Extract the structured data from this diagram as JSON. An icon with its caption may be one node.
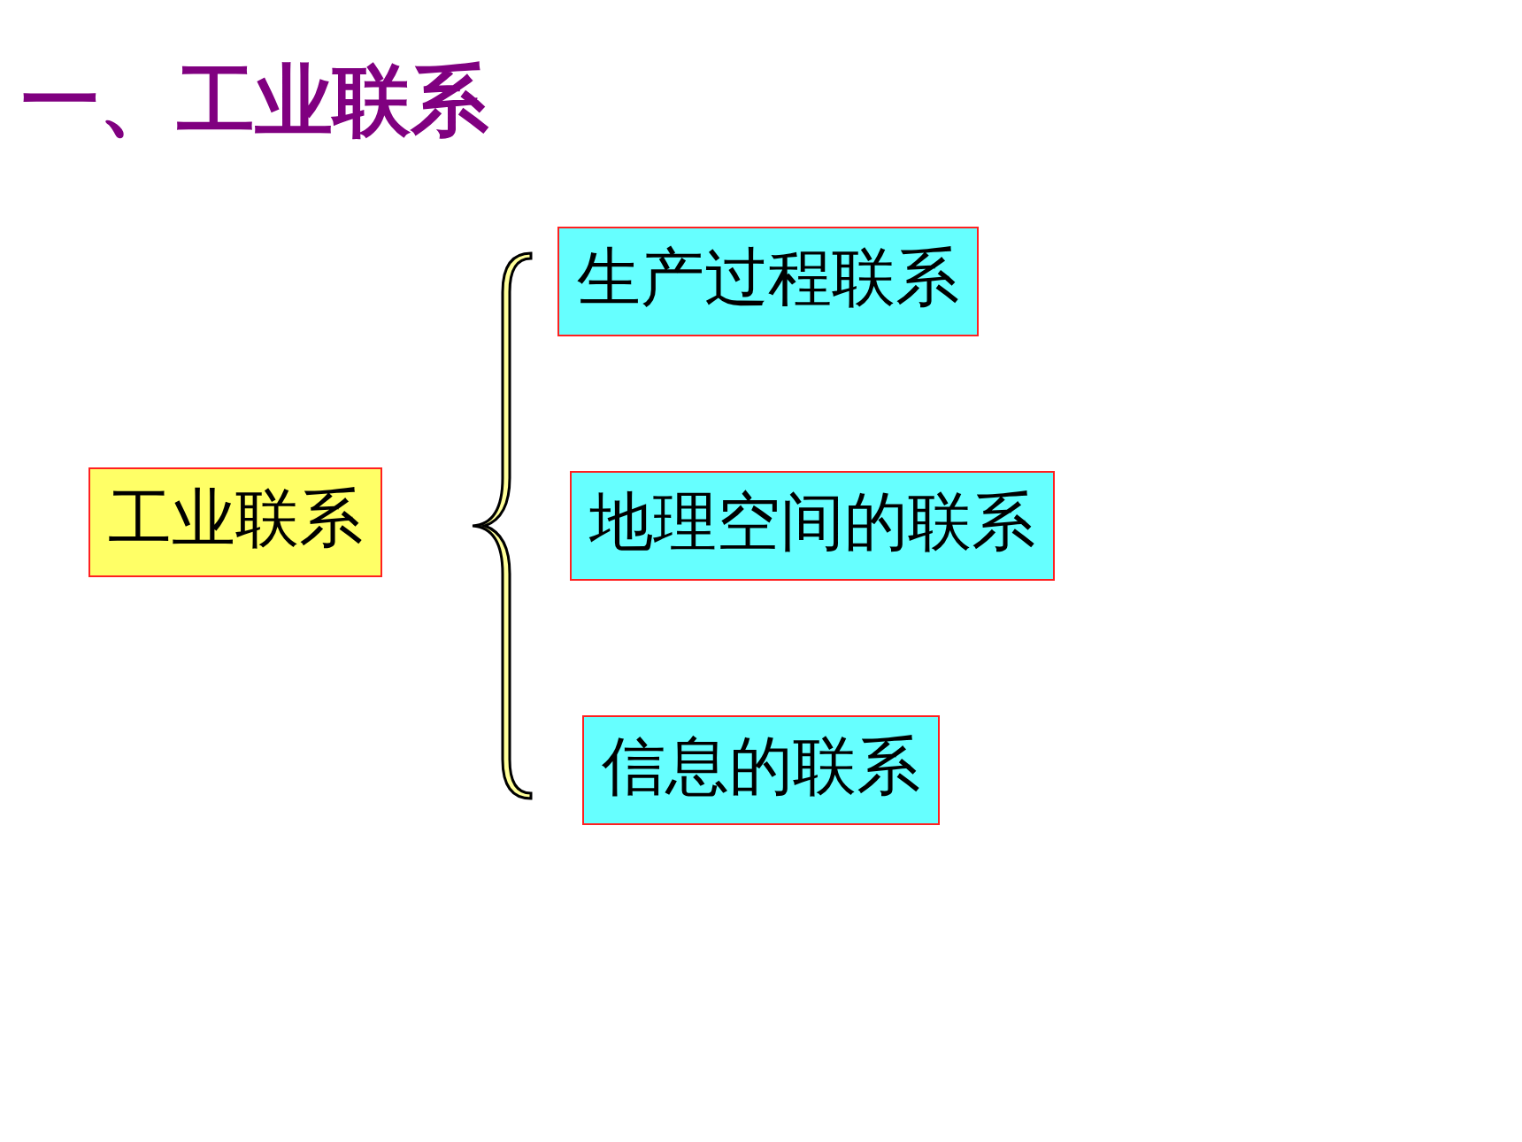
{
  "diagram": {
    "title": "一、工业联系",
    "nodes": [
      {
        "text": [
          "工业联系"
        ]
      },
      {
        "text": [],
        "shape": "brace"
      },
      {
        "text": [
          "生产过程联系"
        ]
      },
      {
        "text": [
          "地理空间的联系"
        ]
      },
      {
        "text": [
          "信息的联系"
        ]
      }
    ]
  }
}
